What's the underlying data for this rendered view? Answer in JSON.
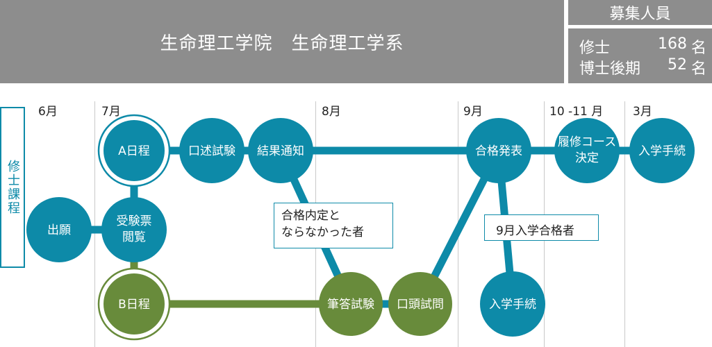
{
  "header": {
    "title": "生命理工学院　生命理工学系",
    "recruit_title": "募集人員",
    "master_label": "修士",
    "master_count": "168",
    "doctor_label": "博士後期",
    "doctor_count": "52",
    "unit": "名"
  },
  "months": [
    "6月",
    "7月",
    "8月",
    "9月",
    "10 -11 月",
    "3月"
  ],
  "course_label": "修士課程",
  "nodes": {
    "apply": "出願",
    "exam_ticket_l1": "受験票",
    "exam_ticket_l2": "閲覧",
    "day_a": "A日程",
    "day_b": "B日程",
    "oral_presentation": "口述試験",
    "result_notice": "結果通知",
    "written_exam": "筆答試験",
    "oral_exam": "口頭試問",
    "pass_announce": "合格発表",
    "course_select_l1": "履修コース",
    "course_select_l2": "決定",
    "enroll_march": "入学手続",
    "enroll_sept": "入学手続"
  },
  "notes": {
    "not_admitted_l1": "合格内定と",
    "not_admitted_l2": "ならなかった者",
    "sept_admit": "9月入学合格者"
  },
  "colors": {
    "teal": "#0d8aa8",
    "green": "#688b3b",
    "header_gray": "#8d8d8d",
    "grid": "#c9c9c9"
  }
}
